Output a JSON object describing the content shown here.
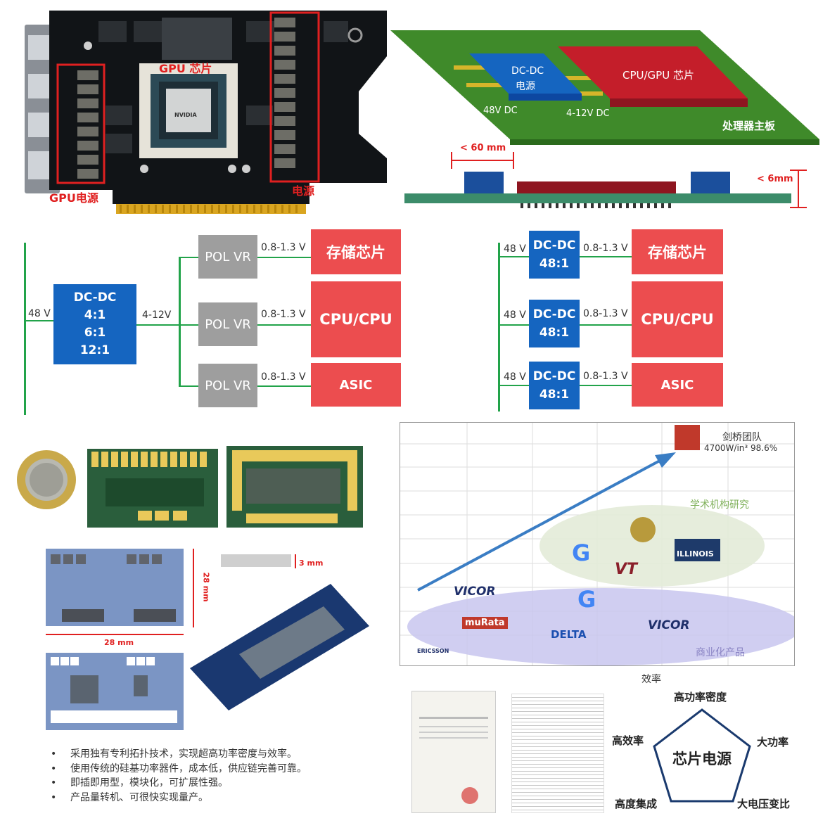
{
  "gpu_card": {
    "chip_label": "GPU 芯片",
    "logo_text": "NVIDIA",
    "power_label_left": "GPU电源",
    "power_label_right": "电源"
  },
  "pcb_3d": {
    "dcdc_label_line1": "DC-DC",
    "dcdc_label_line2": "电源",
    "chip_label": "CPU/GPU 芯片",
    "input_label": "48V DC",
    "output_label": "4-12V DC",
    "board_label": "处理器主板",
    "width_label": "< 60 mm",
    "height_label": "< 6mm",
    "colors": {
      "board": "#3f8a2a",
      "dcdc": "#1565c0",
      "chip": "#c41e2a"
    }
  },
  "diagram_left": {
    "input_voltage": "48 V",
    "dcdc": {
      "title": "DC-DC",
      "ratios": [
        "4:1",
        "6:1",
        "12:1"
      ]
    },
    "bus_voltage": "4-12V",
    "rows": [
      {
        "pol": "POL VR",
        "voltage": "0.8-1.3 V",
        "load": "存储芯片"
      },
      {
        "pol": "POL VR",
        "voltage": "0.8-1.3 V",
        "load": "CPU/CPU"
      },
      {
        "pol": "POL VR",
        "voltage": "0.8-1.3 V",
        "load": "ASIC"
      }
    ]
  },
  "diagram_right": {
    "rows": [
      {
        "input": "48 V",
        "dcdc_title": "DC-DC",
        "dcdc_ratio": "48:1",
        "voltage": "0.8-1.3 V",
        "load": "存储芯片"
      },
      {
        "input": "48 V",
        "dcdc_title": "DC-DC",
        "dcdc_ratio": "48:1",
        "voltage": "0.8-1.3 V",
        "load": "CPU/CPU"
      },
      {
        "input": "48 V",
        "dcdc_title": "DC-DC",
        "dcdc_ratio": "48:1",
        "voltage": "0.8-1.3 V",
        "load": "ASIC"
      }
    ]
  },
  "modules": {
    "dim_height": "3 mm",
    "dim_side": "28 mm",
    "dim_width": "28 mm"
  },
  "chart": {
    "team_label": "剑桥团队",
    "team_value": "4700W/in³ 98.6%",
    "academic_label": "学术机构研究",
    "commercial_label": "商业化产品",
    "x_axis_label": "效率",
    "companies": [
      "VICOR",
      "muRata",
      "DELTA",
      "VICOR",
      "ERICSSON",
      "ILLINOIS",
      "VT"
    ]
  },
  "bullets": [
    "采用独有专利拓扑技术，实现超高功率密度与效率。",
    "使用传统的硅基功率器件，成本低，供应链完善可靠。",
    "即插即用型，模块化，可扩展性强。",
    "产品量转机、可很快实现量产。"
  ],
  "pentagon": {
    "center": "芯片电源",
    "top": "高功率密度",
    "right": "大功率",
    "bottom_right": "大电压变比",
    "bottom_left": "高度集成",
    "left": "高效率"
  }
}
